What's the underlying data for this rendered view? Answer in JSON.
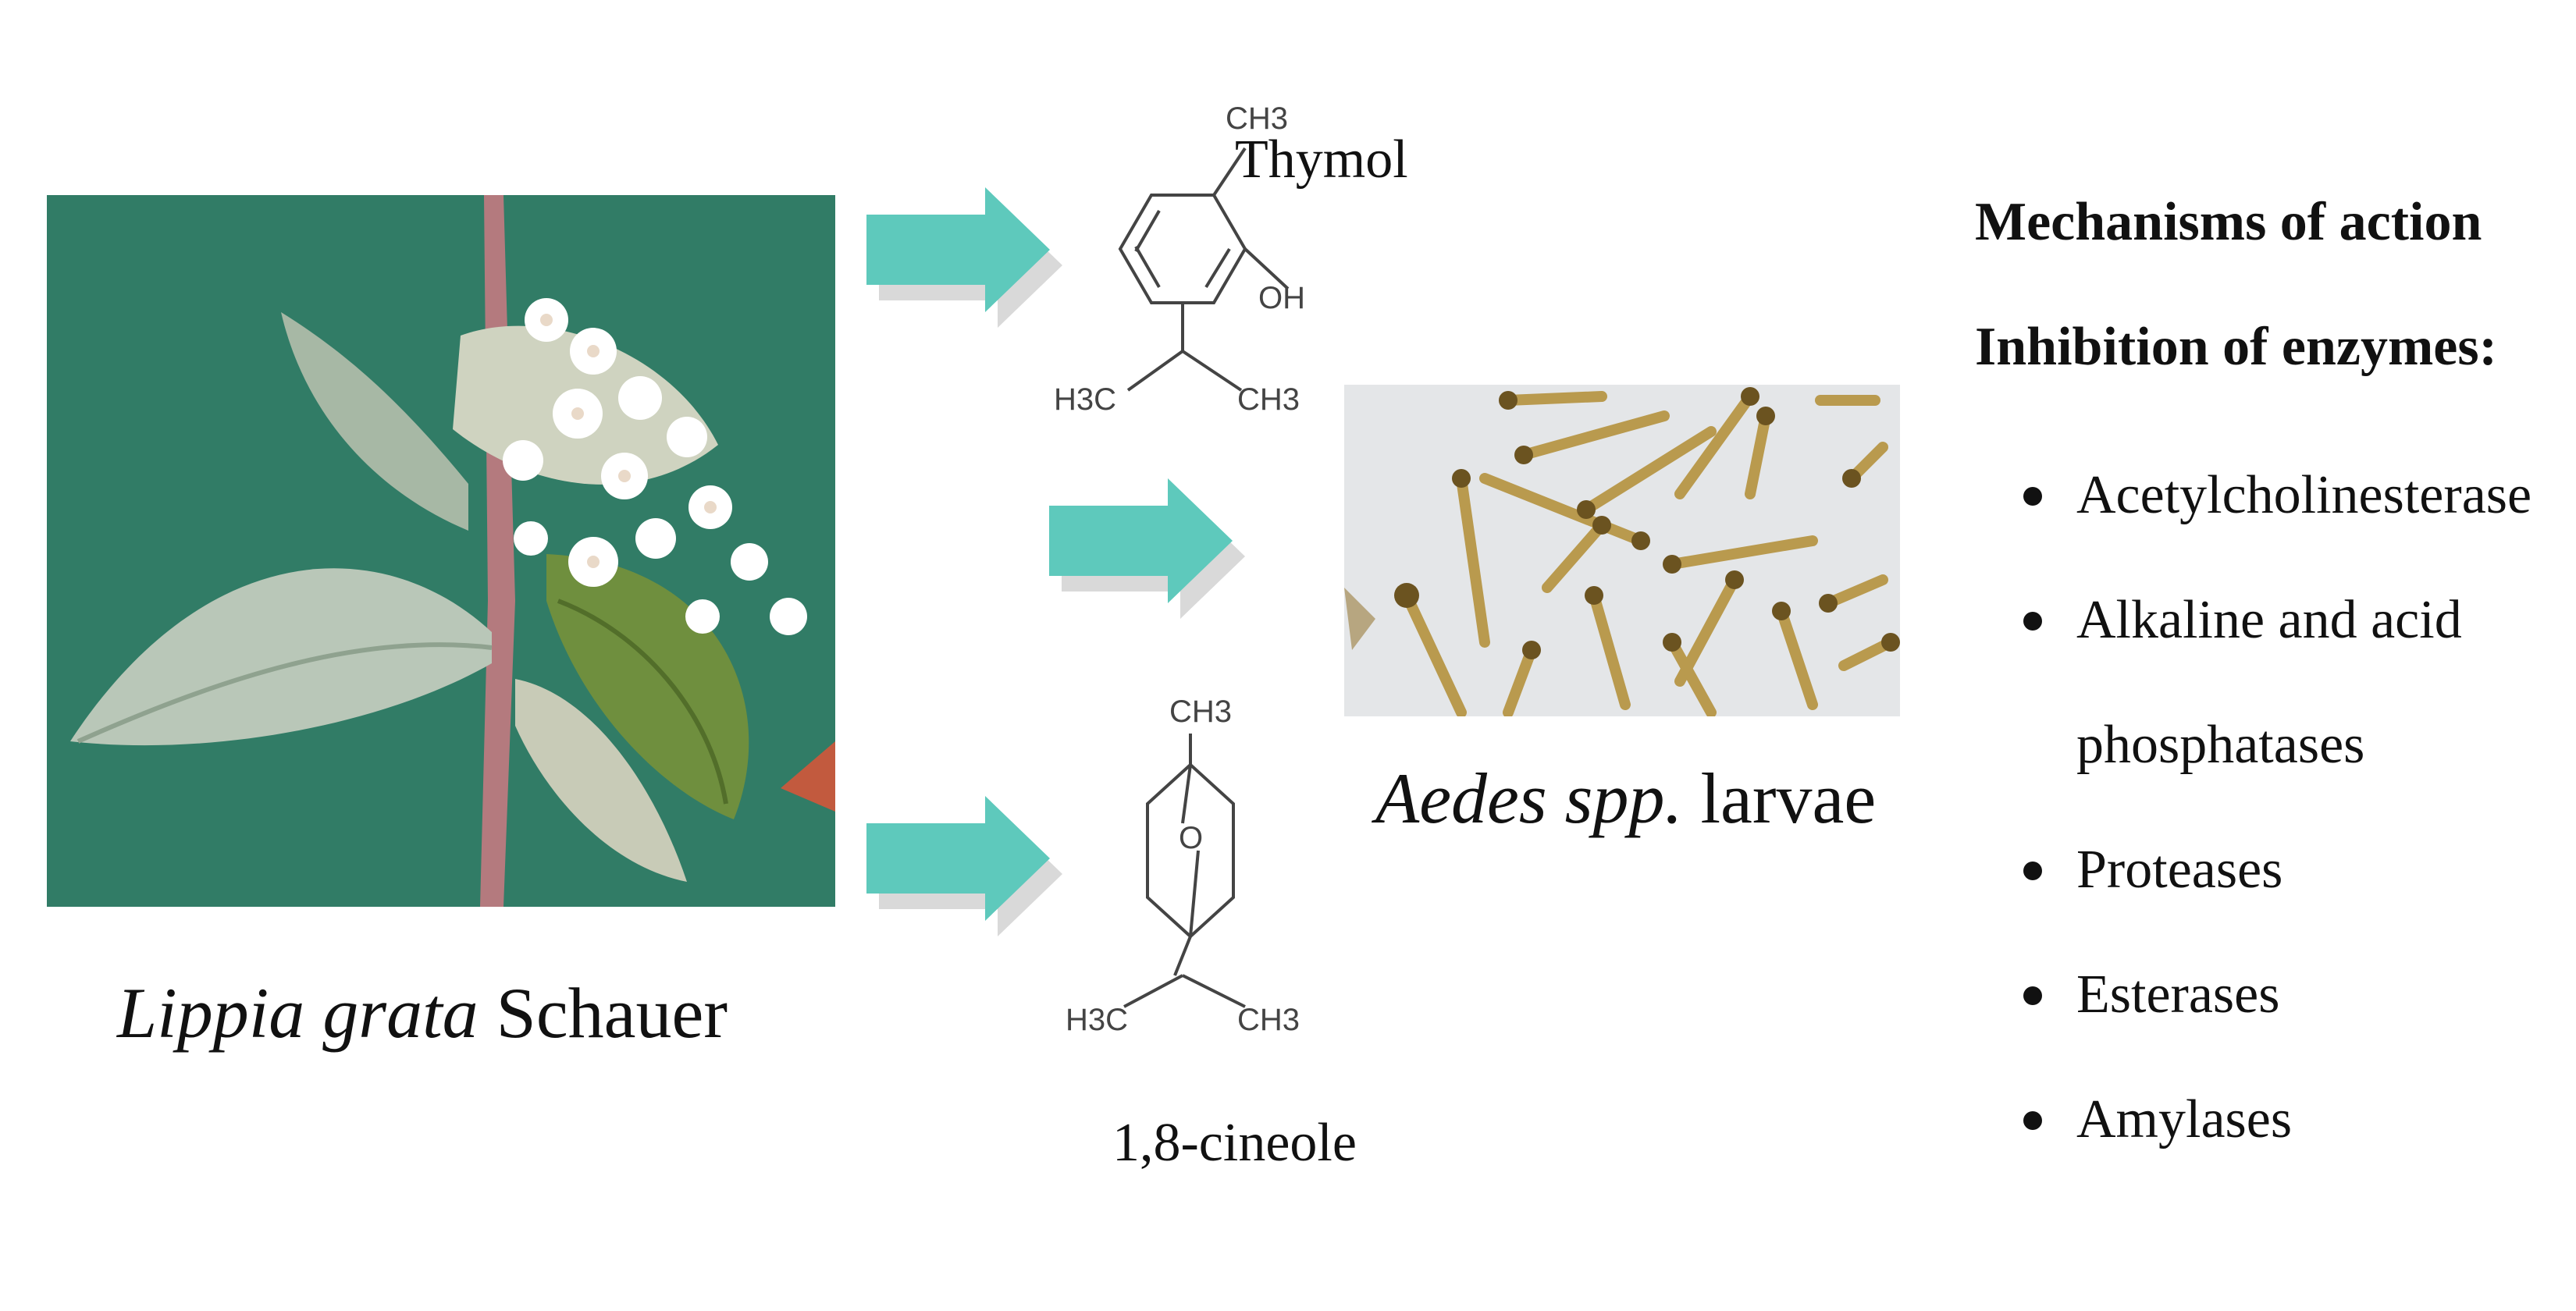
{
  "colors": {
    "arrow": "#5ec9bc",
    "arrow_shadow": "#d9d9d9",
    "plant_background": "#2d7560",
    "larvae_background": "#e4e6e8",
    "larva_body": "#b99a4e",
    "larva_head": "#6b5320"
  },
  "plant": {
    "caption_italic": "Lippia grata",
    "caption_rest": " Schauer"
  },
  "thymol": {
    "name": "Thymol",
    "group_top": "CH3",
    "group_oh": "OH",
    "group_left": "H3C",
    "group_right": "CH3"
  },
  "cineole": {
    "name": "1,8-cineole",
    "group_top": "CH3",
    "group_o": "O",
    "group_left": "H3C",
    "group_right": "CH3"
  },
  "larvae": {
    "caption_italic": "Aedes spp.",
    "caption_rest": " larvae"
  },
  "mechanisms": {
    "title": "Mechanisms of action",
    "subtitle": "Inhibition of enzymes:",
    "items": [
      "Acetylcholinesterase",
      "Alkaline and acid phosphatases",
      "Proteases",
      "Esterases",
      "Amylases"
    ]
  }
}
